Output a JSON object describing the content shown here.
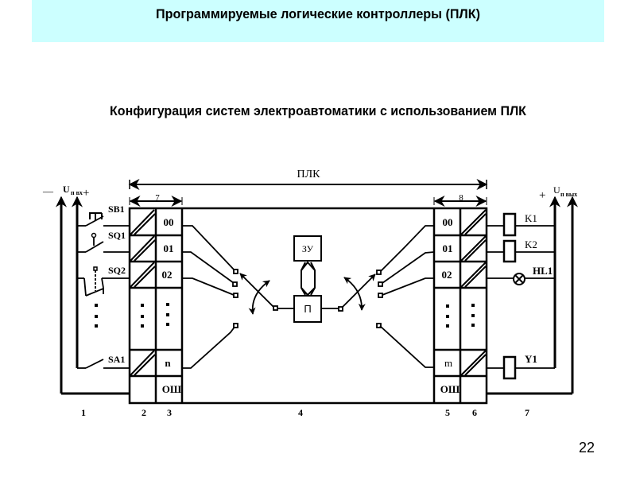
{
  "slide": {
    "title": "Программируемые логические контроллеры (ПЛК)",
    "subtitle": "Конфигурация систем электроавтоматики с использованием ПЛК",
    "page_number": "22",
    "header_color": "#ccffff"
  },
  "diagram": {
    "plc_label": "ПЛК",
    "input_width_label": "7",
    "output_width_label": "8",
    "input_supply": {
      "label": "U",
      "subscript": "п вх",
      "minus": "—",
      "plus": "+"
    },
    "output_supply": {
      "label": "U",
      "subscript": "п вых",
      "plus": "+"
    },
    "input_devices": [
      {
        "label": "SB1",
        "type": "push-button"
      },
      {
        "label": "SQ1",
        "type": "limit-switch"
      },
      {
        "label": "SQ2",
        "type": "limit-switch-nc"
      },
      {
        "label": "SA1",
        "type": "toggle-switch"
      }
    ],
    "input_channels": [
      "00",
      "01",
      "02",
      "n",
      "ОШ"
    ],
    "output_channels": [
      "00",
      "01",
      "02",
      "m",
      "ОШ"
    ],
    "output_devices": [
      {
        "label": "K1",
        "type": "relay-coil"
      },
      {
        "label": "K2",
        "type": "relay-coil"
      },
      {
        "label": "HL1",
        "type": "lamp"
      },
      {
        "label": "Y1",
        "type": "solenoid"
      }
    ],
    "memory_label": "ЗУ",
    "processor_label": "П",
    "ellipsis": "⋮",
    "section_numbers": [
      "1",
      "2",
      "3",
      "4",
      "5",
      "6",
      "7"
    ]
  }
}
